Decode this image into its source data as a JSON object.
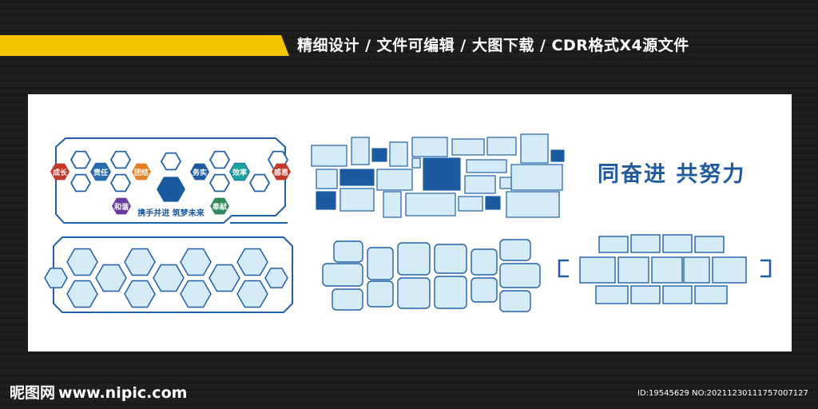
{
  "header": {
    "banner_text": "精细设计 / 文件可编辑 / 大图下载 / CDR格式X4源文件"
  },
  "design1": {
    "badges": [
      {
        "label": "成长",
        "color": "#c0392b"
      },
      {
        "label": "责任",
        "color": "#2b6cb0"
      },
      {
        "label": "团结",
        "color": "#e67e22"
      },
      {
        "label": "务实",
        "color": "#1f5b9e"
      },
      {
        "label": "效率",
        "color": "#1aa3a0"
      },
      {
        "label": "感恩",
        "color": "#c0392b"
      },
      {
        "label": "和谐",
        "color": "#6a3d9a"
      },
      {
        "label": "奉献",
        "color": "#2e8b57"
      }
    ],
    "motto": "携手并进  筑梦未来"
  },
  "design3": {
    "slogan": "同奋进 共努力"
  },
  "colors": {
    "frame": "#2060a8",
    "fill": "#d6ebf8",
    "dark": "#1b5aa0",
    "banner": "#f5c400"
  },
  "footer": {
    "logo": "昵图网",
    "site": "www.nipic.com",
    "id_line": "ID:19545629 NO:20211230111757007127"
  }
}
